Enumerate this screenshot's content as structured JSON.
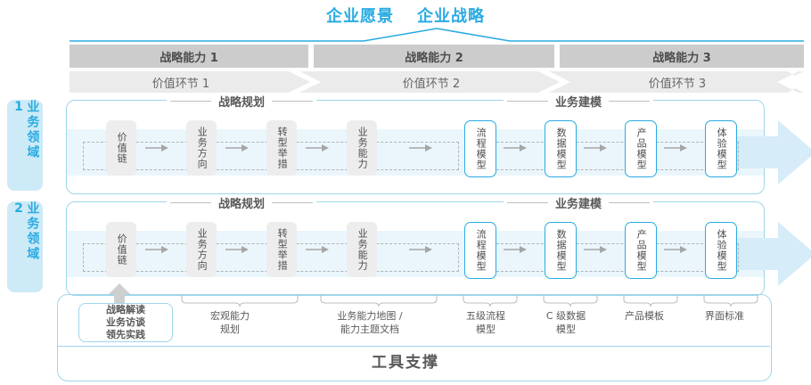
{
  "titles": {
    "vision": "企业愿景",
    "strategy": "企业战略"
  },
  "capability_band": [
    {
      "label": "战略能力 1"
    },
    {
      "label": "战略能力 2"
    },
    {
      "label": "战略能力 3"
    }
  ],
  "value_band": [
    {
      "label": "价值环节 1"
    },
    {
      "label": "价值环节 2"
    },
    {
      "label": "价值环节 3"
    }
  ],
  "side_labels": [
    {
      "label": "业务领域 1"
    },
    {
      "label": "业务领域 2"
    }
  ],
  "sections": {
    "strategy_planning": "战略规划",
    "business_modeling": "业务建模"
  },
  "nodes": {
    "strategy": [
      {
        "label": "价值链"
      },
      {
        "label": "业务方向"
      },
      {
        "label": "转型举措"
      },
      {
        "label": "业务能力"
      }
    ],
    "modeling": [
      {
        "label": "流程模型"
      },
      {
        "label": "数据模型"
      },
      {
        "label": "产品模型"
      },
      {
        "label": "体验模型"
      }
    ]
  },
  "tool_box": "战略解读\n业务访谈\n领先实践",
  "tool_labels": [
    {
      "label": "宏观能力\n规划"
    },
    {
      "label": "业务能力地图 /\n能力主题文档"
    },
    {
      "label": "五级流程\n模型"
    },
    {
      "label": "C 级数据\n模型"
    },
    {
      "label": "产品模板"
    },
    {
      "label": "界面标准"
    }
  ],
  "footer": {
    "title": "工具支撑"
  },
  "colors": {
    "accent_blue": "#29ABE2",
    "band_dark": "#cccccc",
    "band_light": "#ebebeb",
    "node_gray": "#ededed",
    "row_border": "#9fd6ec",
    "stripe": "#eaf6fc",
    "text_dark": "#4d4d4d"
  }
}
